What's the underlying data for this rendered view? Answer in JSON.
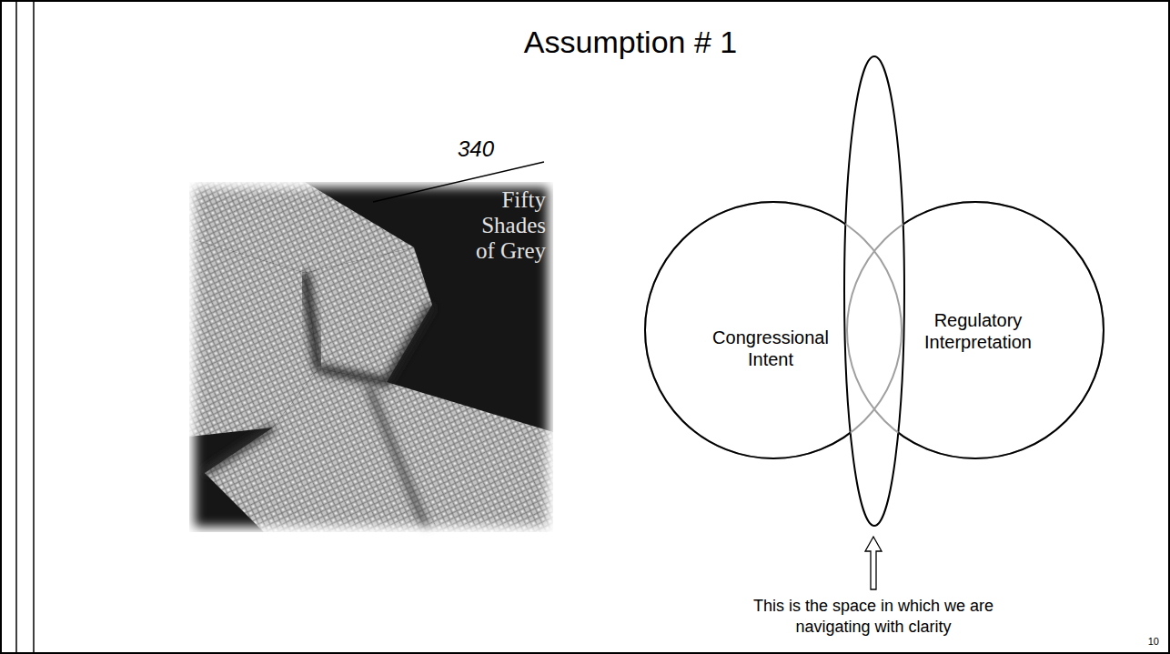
{
  "diagram": {
    "title": "Assumption # 1",
    "nodes": [
      {
        "text": [
          "Congressional Intent"
        ]
      },
      {
        "text": [
          "Regulatory Interpretation"
        ]
      }
    ],
    "labels": [
      "340",
      "Fifty Shades of Grey",
      "This is the space in which we are navigating with clarity",
      "10"
    ]
  }
}
